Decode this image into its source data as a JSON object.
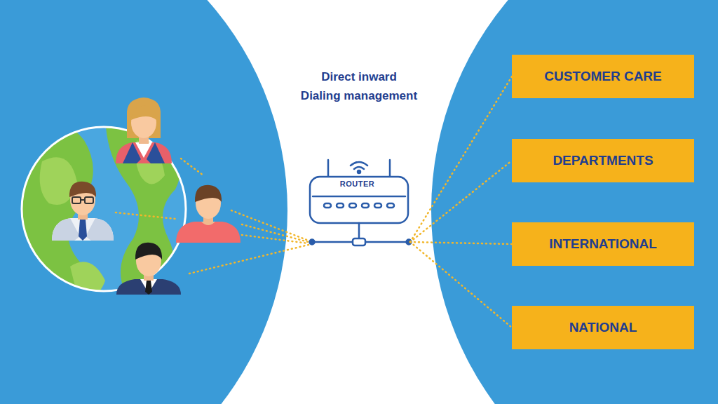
{
  "diagram": {
    "title": "Direct inward Dialing management",
    "nodes": [
      {
        "text": [
          "ROUTER"
        ]
      },
      {
        "text": [
          "CUSTOMER CARE"
        ]
      },
      {
        "text": [
          "DEPARTMENTS"
        ]
      },
      {
        "text": [
          "INTERNATIONAL"
        ]
      },
      {
        "text": [
          "NATIONAL"
        ]
      }
    ],
    "edges": [
      {
        "from": 0,
        "to": 1,
        "arrow": "none"
      },
      {
        "from": 0,
        "to": 2,
        "arrow": "none"
      },
      {
        "from": 0,
        "to": 3,
        "arrow": "none"
      },
      {
        "from": 0,
        "to": 4,
        "arrow": "none"
      }
    ]
  }
}
